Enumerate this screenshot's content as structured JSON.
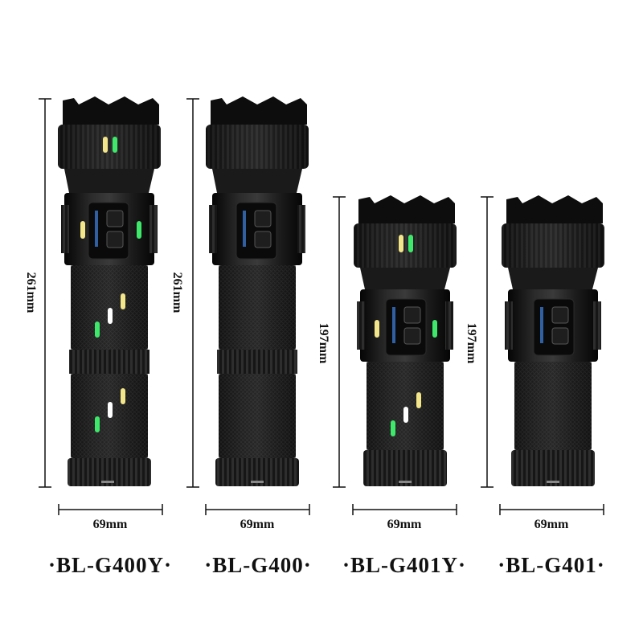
{
  "products": [
    {
      "model": "·BL-G400Y·",
      "height_label": "261mm",
      "width_label": "69mm",
      "has_glow_marks": true,
      "glow_colors": [
        "#f2e58a",
        "#3ee86a"
      ]
    },
    {
      "model": "·BL-G400·",
      "height_label": "261mm",
      "width_label": "69mm",
      "has_glow_marks": false
    },
    {
      "model": "·BL-G401Y·",
      "height_label": "197mm",
      "width_label": "69mm",
      "has_glow_marks": true,
      "glow_colors": [
        "#f2e58a",
        "#3ee86a"
      ]
    },
    {
      "model": "·BL-G401·",
      "height_label": "197mm",
      "width_label": "69mm",
      "has_glow_marks": false
    }
  ],
  "colors": {
    "body": "#111111",
    "accent_blue": "#3a74c8"
  }
}
